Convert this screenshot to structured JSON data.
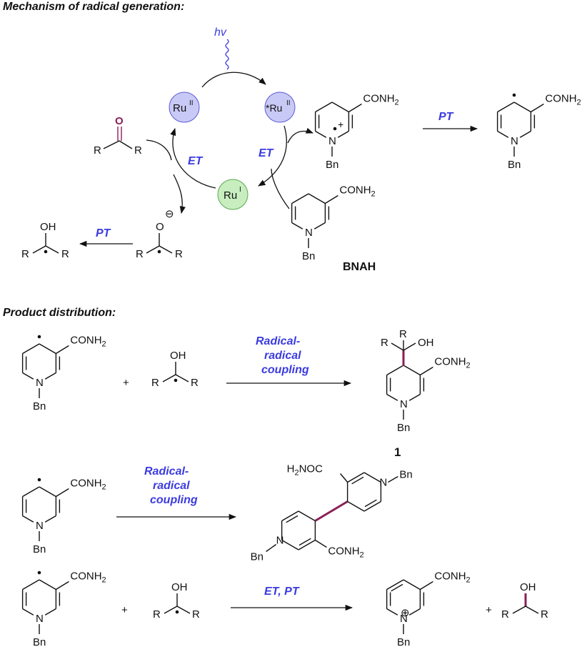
{
  "headers": {
    "mechanism": "Mechanism of radical generation:",
    "distribution": "Product distribution:"
  },
  "cycle": {
    "hv": "hv",
    "ru2": "Ru",
    "ru2_sup": "II",
    "ru2_star": "*Ru",
    "ru2_star_sup": "II",
    "ru1": "Ru",
    "ru1_sup": "I",
    "et_left": "ET",
    "et_right": "ET",
    "colors": {
      "ru2": "#c9c9f5",
      "ru1": "#c8eec0",
      "carbonyl": "#8a1f57",
      "label": "#3b3be0"
    }
  },
  "mechanism": {
    "pt_top": "PT",
    "pt_bottom": "PT",
    "bnah": "BNAH"
  },
  "reactions": {
    "r1_label_1": "Radical-",
    "r1_label_2": "radical",
    "r1_label_3": "coupling",
    "r1_product": "1",
    "r2_label_1": "Radical-",
    "r2_label_2": "radical",
    "r2_label_3": "coupling",
    "r3_label": "ET, PT",
    "plus": "+"
  },
  "atoms": {
    "conh2": "CONH",
    "sub2": "2",
    "h2noc": "H",
    "h2noc_rest": "NOC",
    "n": "N",
    "bn": "Bn",
    "r": "R",
    "o": "O",
    "oh": "OH",
    "plus": "+",
    "minus": "⊖",
    "oplus": "⊕"
  }
}
